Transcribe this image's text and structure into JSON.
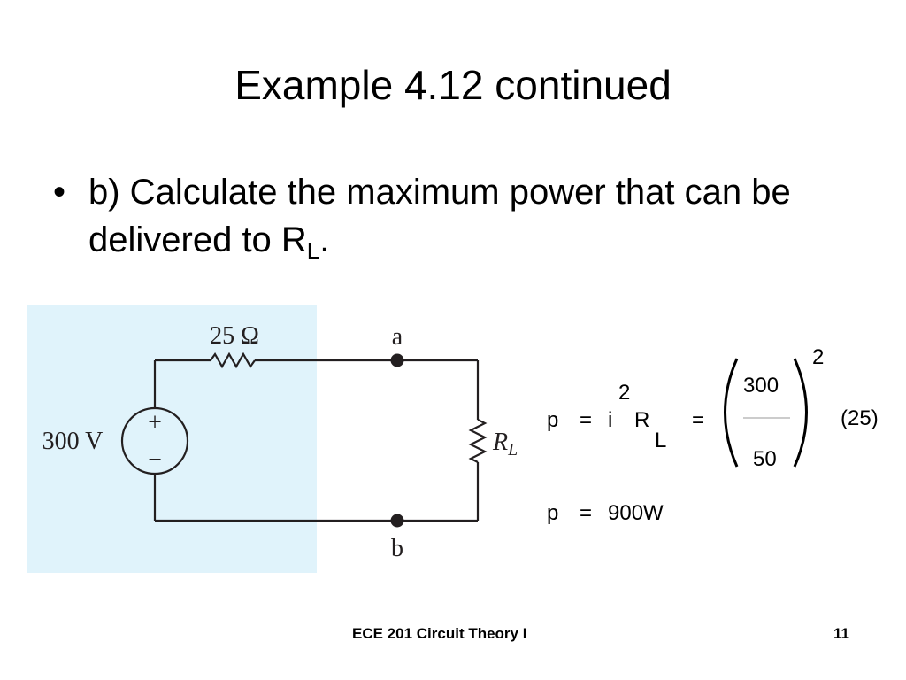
{
  "slide": {
    "title": "Example 4.12 continued",
    "bullet": {
      "marker": "•",
      "text": "b) Calculate the maximum power that can be delivered to R",
      "subscript": "L",
      "suffix": "."
    },
    "footer": {
      "course": "ECE 201 Circuit Theory I",
      "page": "11"
    }
  },
  "circuit": {
    "resistor_label": "25 Ω",
    "source_label": "300 V",
    "source_plus": "+",
    "source_minus": "−",
    "node_a": "a",
    "node_b": "b",
    "load_label": "R",
    "load_subscript": "L",
    "colors": {
      "panel": "#e0f3fb",
      "wire": "#231f20"
    }
  },
  "equations": {
    "eq1": {
      "lhs": "p",
      "equals1": "=",
      "i": "i",
      "i_exp": "2",
      "R": "R",
      "R_sub": "L",
      "equals2": "=",
      "numerator": "300",
      "denominator": "50",
      "outer_exp": "2",
      "factor": "(25)"
    },
    "eq2": {
      "lhs": "p",
      "equals": "=",
      "value": "900W"
    }
  }
}
